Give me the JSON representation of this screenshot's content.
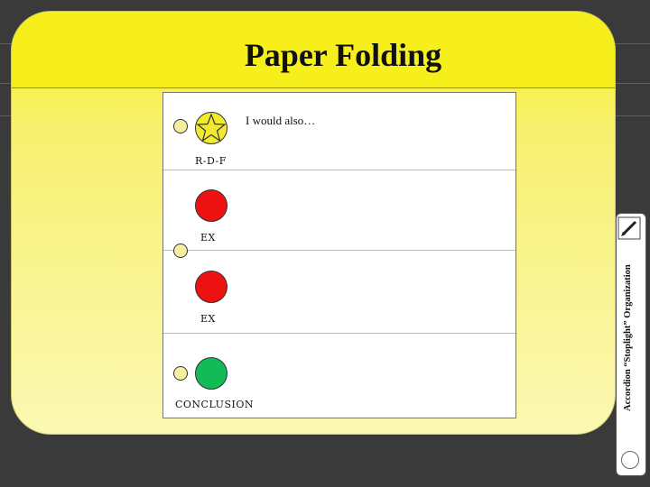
{
  "title": "Paper Folding",
  "sections": [
    {
      "label": "R-D-F",
      "light_color": "#f2ea30",
      "icon": "star-icon"
    },
    {
      "label": "EX",
      "light_color": "#ee1111"
    },
    {
      "label": "EX",
      "light_color": "#ee1111"
    },
    {
      "label": "CONCLUSION",
      "light_color": "#11bb55"
    }
  ],
  "note": "I would also…",
  "side_caption": "Accordion “Stoplight” Organization",
  "colors": {
    "frame_yellow": "#f6ef1b",
    "light_yellow": "#f2ea30",
    "red": "#ee1111",
    "green": "#11bb55"
  }
}
